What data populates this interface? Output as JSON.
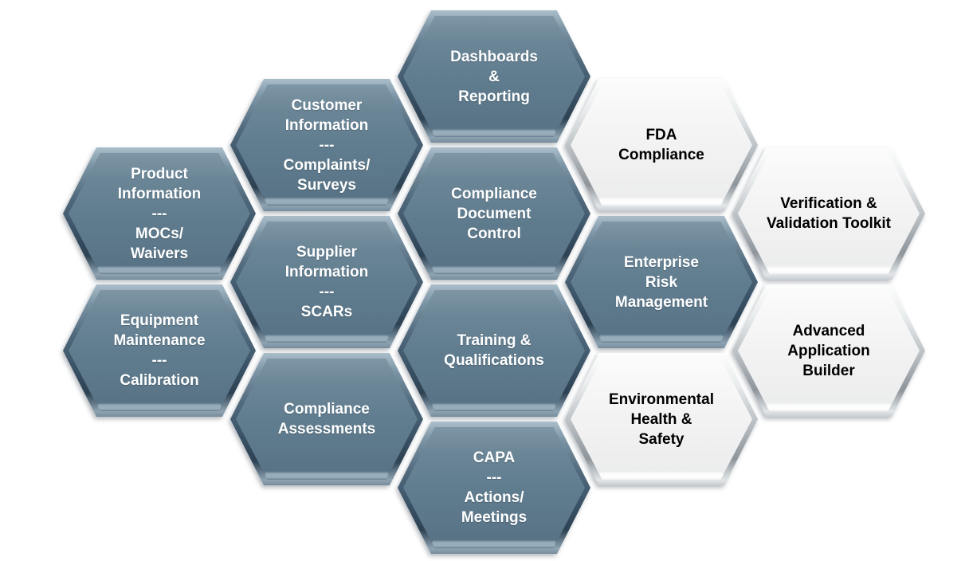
{
  "diagram": {
    "description": "Honeycomb diagram of compliance / quality management system modules",
    "colors": {
      "dark_hex_fill": "#607D8F",
      "dark_hex_highlight": "#AABDCA",
      "dark_hex_edge": "#2D4253",
      "light_hex_fill": "#F3F3F4",
      "light_hex_edge": "#8E959B",
      "dark_hex_text": "#FFFFFF",
      "light_hex_text": "#000000",
      "background": "#FFFFFF"
    }
  },
  "hexagons": [
    {
      "name": "dashboards-reporting",
      "style": "dark",
      "label": "Dashboards\n&\nReporting"
    },
    {
      "name": "customer-information",
      "style": "dark",
      "label": "Customer\nInformation\n---\nComplaints/\nSurveys"
    },
    {
      "name": "fda-compliance",
      "style": "light",
      "label": "FDA\nCompliance"
    },
    {
      "name": "product-information",
      "style": "dark",
      "label": "Product\nInformation\n---\nMOCs/\nWaivers"
    },
    {
      "name": "compliance-document-control",
      "style": "dark",
      "label": "Compliance\nDocument\nControl"
    },
    {
      "name": "verification-validation-toolkit",
      "style": "light",
      "label": "Verification &\nValidation Toolkit"
    },
    {
      "name": "supplier-information",
      "style": "dark",
      "label": "Supplier\nInformation\n---\nSCARs"
    },
    {
      "name": "enterprise-risk-management",
      "style": "dark",
      "label": "Enterprise\nRisk\nManagement"
    },
    {
      "name": "equipment-maintenance",
      "style": "dark",
      "label": "Equipment\nMaintenance\n---\nCalibration"
    },
    {
      "name": "training-qualifications",
      "style": "dark",
      "label": "Training &\nQualifications"
    },
    {
      "name": "advanced-application-builder",
      "style": "light",
      "label": "Advanced\nApplication\nBuilder"
    },
    {
      "name": "compliance-assessments",
      "style": "dark",
      "label": "Compliance\nAssessments"
    },
    {
      "name": "environmental-health-safety",
      "style": "light",
      "label": "Environmental\nHealth &\nSafety"
    },
    {
      "name": "capa-actions-meetings",
      "style": "dark",
      "label": "CAPA\n---\nActions/\nMeetings"
    }
  ]
}
